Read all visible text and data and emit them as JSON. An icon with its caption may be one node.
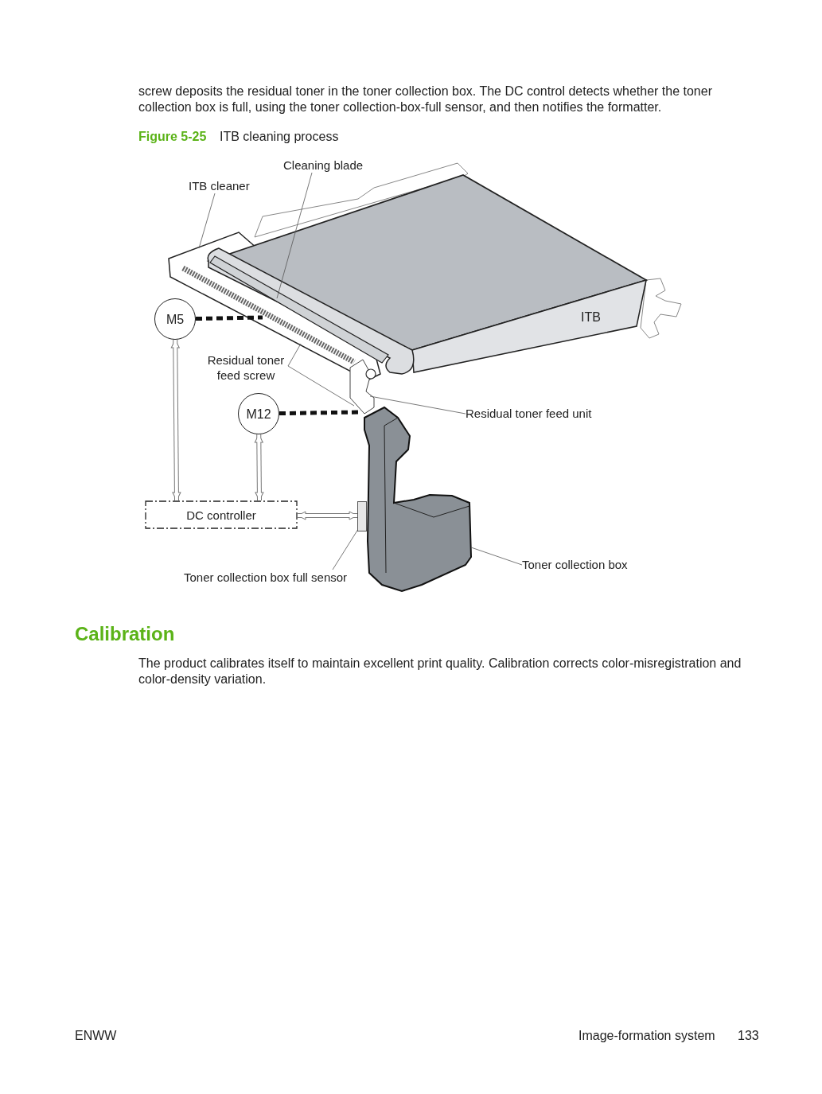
{
  "diagram": {
    "nodes": [
      {
        "text": [
          "Cleaning blade"
        ]
      },
      {
        "text": [
          "ITB cleaner"
        ]
      },
      {
        "text": [
          "M5"
        ]
      },
      {
        "text": [
          "Residual toner feed screw"
        ]
      },
      {
        "text": [
          "M12"
        ]
      },
      {
        "text": [
          "Residual toner feed unit"
        ]
      },
      {
        "text": [
          "DC controller"
        ]
      },
      {
        "text": [],
        "shape": "box"
      },
      {
        "text": [
          "Toner collection box full sensor"
        ]
      },
      {
        "text": [
          "Toner collection box"
        ]
      }
    ],
    "edges": [
      {
        "from": 0,
        "to": null,
        "arrow": "none"
      },
      {
        "from": 1,
        "to": null,
        "arrow": "none"
      },
      {
        "from": 2,
        "to": null,
        "arrow": "none",
        "style": "dashed"
      },
      {
        "from": 3,
        "to": null,
        "arrow": "none"
      },
      {
        "from": 3,
        "to": null,
        "arrow": "none"
      },
      {
        "from": 4,
        "to": null,
        "arrow": "none",
        "style": "dashed"
      },
      {
        "from": 5,
        "to": null,
        "arrow": "none"
      },
      {
        "from": 2,
        "to": 6,
        "arrow": "both",
        "style": "thick"
      },
      {
        "from": 4,
        "to": 6,
        "arrow": "both",
        "style": "thick"
      },
      {
        "from": 6,
        "to": 7,
        "arrow": "both",
        "style": "thick"
      },
      {
        "from": 8,
        "to": 7,
        "arrow": "none"
      },
      {
        "from": 9,
        "to": null,
        "arrow": "none"
      }
    ],
    "labels": [
      "screw deposits the residual toner in the toner collection box. The DC control detects whether the toner collection box is full, using the toner collection-box-full sensor, and then notifies the formatter.",
      "Figure 5-25",
      "ITB cleaning process",
      "ITB",
      "Calibration",
      "The product calibrates itself to maintain excellent print quality. Calibration corrects color-misregistration and color-density variation.",
      "ENWW",
      "Image-formation system",
      "133"
    ]
  }
}
